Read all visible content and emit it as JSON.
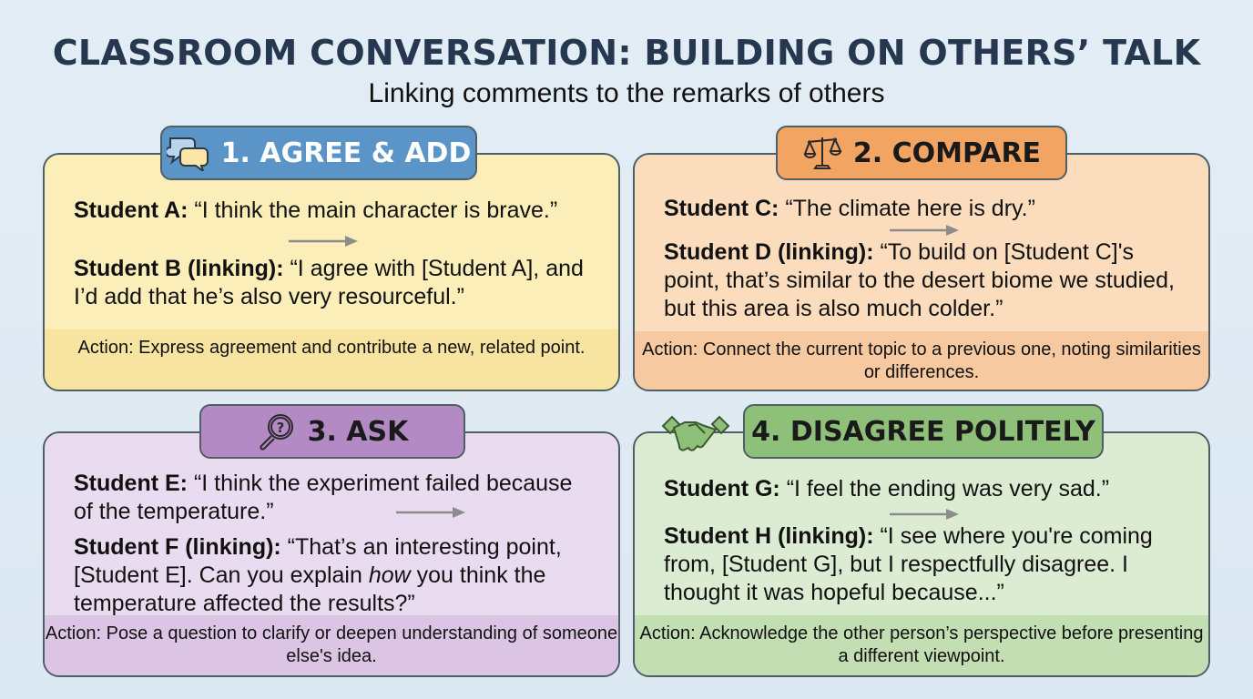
{
  "header": {
    "title": "CLASSROOM CONVERSATION: BUILDING ON OTHERS’ TALK",
    "subtitle": "Linking comments to the remarks of others"
  },
  "cards": [
    {
      "label": "1. AGREE & ADD",
      "icon": "speech-bubbles-icon",
      "colors": {
        "tab": "#5b95c7",
        "tab_text": "#ffffff",
        "body": "#fbeeb8",
        "action": "#f7e4a1"
      },
      "speaker1": "Student A:",
      "quote1": " “I think the main character is brave.”",
      "speaker2": "Student B (linking):",
      "quote2": " “I agree with [Student A], and I’d add that he’s also very resourceful.”",
      "action": "Action: Express agreement and contribute a new, related point."
    },
    {
      "label": "2. COMPARE",
      "icon": "scales-icon",
      "colors": {
        "tab": "#f2a563",
        "tab_text": "#1a1a1a",
        "body": "#fbdcbc",
        "action": "#f6c9a0"
      },
      "speaker1": "Student C:",
      "quote1": " “The climate here is dry.”",
      "speaker2": "Student D (linking):",
      "quote2": " “To build on [Student C]'s point, that’s similar to the desert biome we studied, but this area is also much colder.”",
      "action": "Action: Connect the current topic to a previous one, noting similarities or differences."
    },
    {
      "label": "3. ASK",
      "icon": "magnifier-question-icon",
      "colors": {
        "tab": "#b48ac4",
        "tab_text": "#1a1a1a",
        "body": "#eadcf0",
        "action": "#dcc4e5"
      },
      "speaker1": "Student E:",
      "quote1": " “I think the experiment failed because of the temperature.”",
      "speaker2": "Student F (linking):",
      "quote2a": " “That’s an interesting point, [Student E]. Can you explain ",
      "quote2_em": "how",
      "quote2b": " you think the temperature affected the results?”",
      "action": "Action: Pose a question to clarify or deepen understanding of someone else's idea."
    },
    {
      "label": "4. DISAGREE POLITELY",
      "icon": "handshake-icon",
      "colors": {
        "tab": "#8fc07a",
        "tab_text": "#1a1a1a",
        "body": "#dcecd2",
        "action": "#c3deb2"
      },
      "speaker1": "Student G:",
      "quote1": " “I feel the ending was very sad.”",
      "speaker2": "Student H (linking):",
      "quote2": " “I see where you're coming from, [Student G], but I respectfully disagree. I thought it was hopeful because...”",
      "action": "Action: Acknowledge the other person’s perspective before presenting a different viewpoint."
    }
  ]
}
